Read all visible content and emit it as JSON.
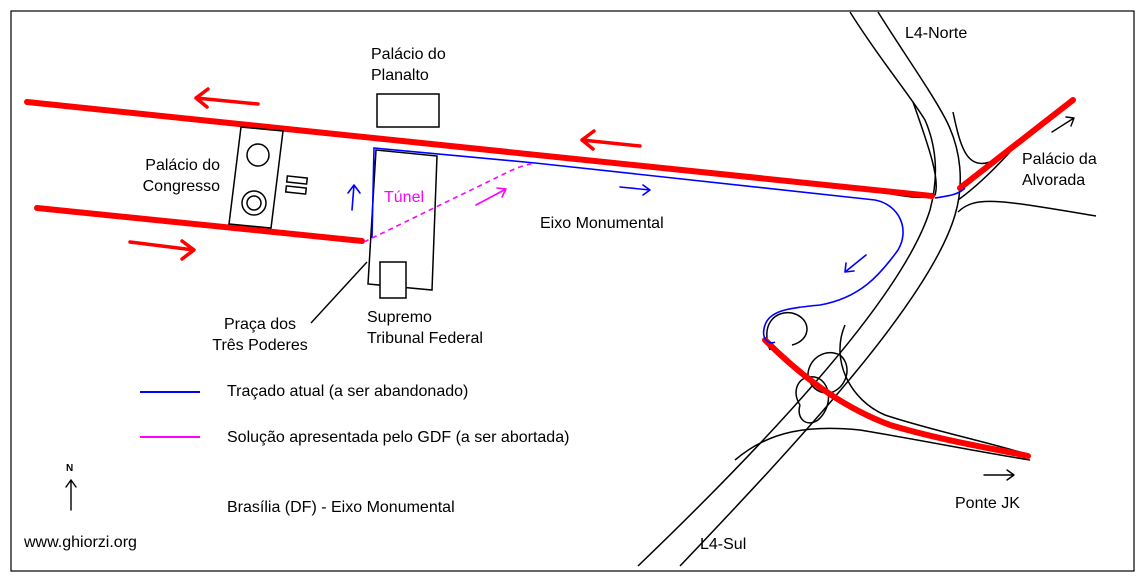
{
  "labels": {
    "palacio_planalto": [
      "Palácio do",
      "Planalto"
    ],
    "palacio_congresso": [
      "Palácio do",
      "Congresso"
    ],
    "tunel": "Túnel",
    "eixo_monumental": "Eixo Monumental",
    "praca_tres_poderes": [
      "Praça dos",
      "Três Poderes"
    ],
    "supremo_tribunal": [
      "Supremo",
      "Tribunal Federal"
    ],
    "l4_norte": "L4-Norte",
    "l4_sul": "L4-Sul",
    "palacio_alvorada": [
      "Palácio da",
      "Alvorada"
    ],
    "ponte_jk": "Ponte JK",
    "north": "N",
    "caption": "Brasília (DF) - Eixo Monumental",
    "website": "www.ghiorzi.org"
  },
  "legend": [
    {
      "label": "Traçado atual (a ser abandonado)",
      "color": "#0000ff"
    },
    {
      "label": "Solução apresentada pelo GDF (a ser abortada)",
      "color": "#ff00ff"
    }
  ],
  "colors": {
    "road_red": "#ff0000",
    "route_blue": "#0000ff",
    "tunnel_magenta": "#ff00ff",
    "outline": "#000000"
  }
}
